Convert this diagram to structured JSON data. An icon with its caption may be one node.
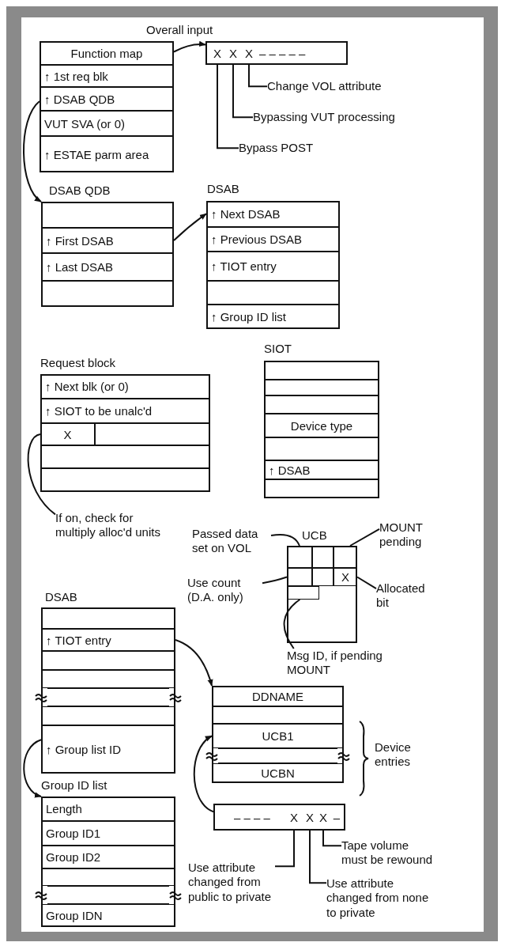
{
  "diagram": {
    "nodes": [
      {
        "text": [],
        "shape": "box"
      },
      {
        "text": [
          "Function map"
        ],
        "in": 0
      },
      {
        "text": [
          "↑ 1st req blk"
        ],
        "in": 0
      },
      {
        "text": [
          "↑ DSAB QDB"
        ],
        "in": 0
      },
      {
        "text": [
          "VUT SVA (or 0)"
        ],
        "in": 0
      },
      {
        "text": [
          "↑ ESTAE parm area"
        ],
        "in": 0
      },
      {
        "text": [
          "Overall input"
        ]
      },
      {
        "text": [
          "X"
        ],
        "in": 6
      },
      {
        "text": [
          "X"
        ],
        "in": 6
      },
      {
        "text": [
          "X"
        ],
        "in": 6
      },
      {
        "text": [
          "– – – – –"
        ],
        "in": 6
      },
      {
        "text": [
          "Change VOL attribute"
        ]
      },
      {
        "text": [
          "Bypassing VUT processing"
        ]
      },
      {
        "text": [
          "Bypass POST"
        ]
      },
      {
        "text": [
          "DSAB QDB"
        ]
      },
      {
        "text": [],
        "shape": "box",
        "in": 14
      },
      {
        "text": [
          "↑ First DSAB"
        ],
        "in": 14
      },
      {
        "text": [
          "↑ Last DSAB"
        ],
        "in": 14
      },
      {
        "text": [],
        "shape": "box",
        "in": 14
      },
      {
        "text": [
          "DSAB"
        ]
      },
      {
        "text": [
          "↑ Next DSAB"
        ],
        "in": 19
      },
      {
        "text": [
          "↑ Previous DSAB"
        ],
        "in": 19
      },
      {
        "text": [
          "↑ TIOT entry"
        ],
        "in": 19
      },
      {
        "text": [],
        "shape": "box",
        "in": 19
      },
      {
        "text": [
          "↑ Group ID list"
        ],
        "in": 19
      },
      {
        "text": [
          "Request block"
        ]
      },
      {
        "text": [
          "↑ Next blk (or 0)"
        ],
        "in": 25
      },
      {
        "text": [
          "↑ SIOT to be unalc'd"
        ],
        "in": 25
      },
      {
        "text": [],
        "shape": "box",
        "in": 25
      },
      {
        "text": [
          "X"
        ],
        "in": 28
      },
      {
        "text": [],
        "shape": "box",
        "in": 28
      },
      {
        "text": [],
        "shape": "box",
        "in": 25
      },
      {
        "text": [],
        "shape": "box",
        "in": 25
      },
      {
        "text": [
          "SIOT"
        ]
      },
      {
        "text": [],
        "shape": "box",
        "in": 33
      },
      {
        "text": [],
        "shape": "box",
        "in": 33
      },
      {
        "text": [],
        "shape": "box",
        "in": 33
      },
      {
        "text": [
          "Device type"
        ],
        "in": 33
      },
      {
        "text": [],
        "shape": "box",
        "in": 33
      },
      {
        "text": [
          "↑ DSAB"
        ],
        "in": 33
      },
      {
        "text": [],
        "shape": "box",
        "in": 33
      },
      {
        "text": [
          "If on, check for multiply alloc'd units"
        ]
      },
      {
        "text": [
          "UCB"
        ]
      },
      {
        "text": [],
        "shape": "box",
        "in": 42
      },
      {
        "text": [],
        "shape": "box",
        "in": 42
      },
      {
        "text": [],
        "shape": "box",
        "in": 42
      },
      {
        "text": [],
        "shape": "box",
        "in": 42
      },
      {
        "text": [],
        "shape": "box",
        "in": 42
      },
      {
        "text": [
          "X"
        ],
        "in": 42
      },
      {
        "text": [],
        "shape": "box",
        "in": 42
      },
      {
        "text": [
          "Passed data set on VOL"
        ]
      },
      {
        "text": [
          "MOUNT pending"
        ]
      },
      {
        "text": [
          "Use count (D.A. only)"
        ]
      },
      {
        "text": [
          "Allocated bit"
        ]
      },
      {
        "text": [
          "Msg ID, if pending MOUNT"
        ]
      },
      {
        "text": [
          "DSAB"
        ]
      },
      {
        "text": [],
        "shape": "box",
        "in": 55
      },
      {
        "text": [
          "↑ TIOT entry"
        ],
        "in": 55
      },
      {
        "text": [],
        "shape": "box",
        "in": 55
      },
      {
        "text": [],
        "shape": "box",
        "in": 55
      },
      {
        "text": [],
        "shape": "box",
        "in": 55
      },
      {
        "text": [],
        "shape": "box",
        "in": 55
      },
      {
        "text": [
          "↑ Group list ID"
        ],
        "in": 55
      },
      {
        "text": [],
        "shape": "box",
        "beside": [
          "Device entries"
        ]
      },
      {
        "text": [
          "DDNAME"
        ],
        "in": 63
      },
      {
        "text": [],
        "shape": "box",
        "in": 63
      },
      {
        "text": [
          "UCB1"
        ],
        "in": 63
      },
      {
        "text": [],
        "shape": "box",
        "in": 63
      },
      {
        "text": [
          "UCBN"
        ],
        "in": 63
      },
      {
        "text": [
          "Group ID list"
        ]
      },
      {
        "text": [
          "Length"
        ],
        "in": 69
      },
      {
        "text": [
          "Group ID1"
        ],
        "in": 69
      },
      {
        "text": [
          "Group ID2"
        ],
        "in": 69
      },
      {
        "text": [],
        "shape": "box",
        "in": 69
      },
      {
        "text": [],
        "shape": "box",
        "in": 69
      },
      {
        "text": [
          "Group IDN"
        ],
        "in": 69
      },
      {
        "text": [],
        "shape": "box"
      },
      {
        "text": [
          "– – – –"
        ],
        "in": 76
      },
      {
        "text": [
          "X"
        ],
        "in": 76
      },
      {
        "text": [
          "X"
        ],
        "in": 76
      },
      {
        "text": [
          "X"
        ],
        "in": 76
      },
      {
        "text": [
          "–"
        ],
        "in": 76
      },
      {
        "text": [
          "Tape volume must be rewound"
        ]
      },
      {
        "text": [
          "Use attribute changed from public to private"
        ]
      },
      {
        "text": [
          "Use attribute changed from none to private"
        ]
      }
    ],
    "edges": [
      {
        "from": 1,
        "to": 6,
        "arrow": "to"
      },
      {
        "from": 11,
        "to": 9,
        "arrow": "none"
      },
      {
        "from": 12,
        "to": 8,
        "arrow": "none"
      },
      {
        "from": 13,
        "to": 7,
        "arrow": "none"
      },
      {
        "from": 3,
        "to": 14,
        "arrow": "to"
      },
      {
        "from": 16,
        "to": 19,
        "arrow": "to"
      },
      {
        "from": 41,
        "to": 29,
        "arrow": "none"
      },
      {
        "from": 50,
        "to": 43,
        "arrow": "none"
      },
      {
        "from": 51,
        "to": 45,
        "arrow": "none"
      },
      {
        "from": 52,
        "to": 46,
        "arrow": "none"
      },
      {
        "from": 53,
        "to": 48,
        "arrow": "none"
      },
      {
        "from": 54,
        "to": 49,
        "arrow": "none"
      },
      {
        "from": 57,
        "to": 63,
        "arrow": "to"
      },
      {
        "from": 62,
        "to": 69,
        "arrow": "to"
      },
      {
        "from": 76,
        "to": 66,
        "arrow": "to"
      },
      {
        "from": 82,
        "to": 80,
        "arrow": "none"
      },
      {
        "from": 84,
        "to": 79,
        "arrow": "none"
      },
      {
        "from": 83,
        "to": 78,
        "arrow": "none"
      }
    ]
  }
}
